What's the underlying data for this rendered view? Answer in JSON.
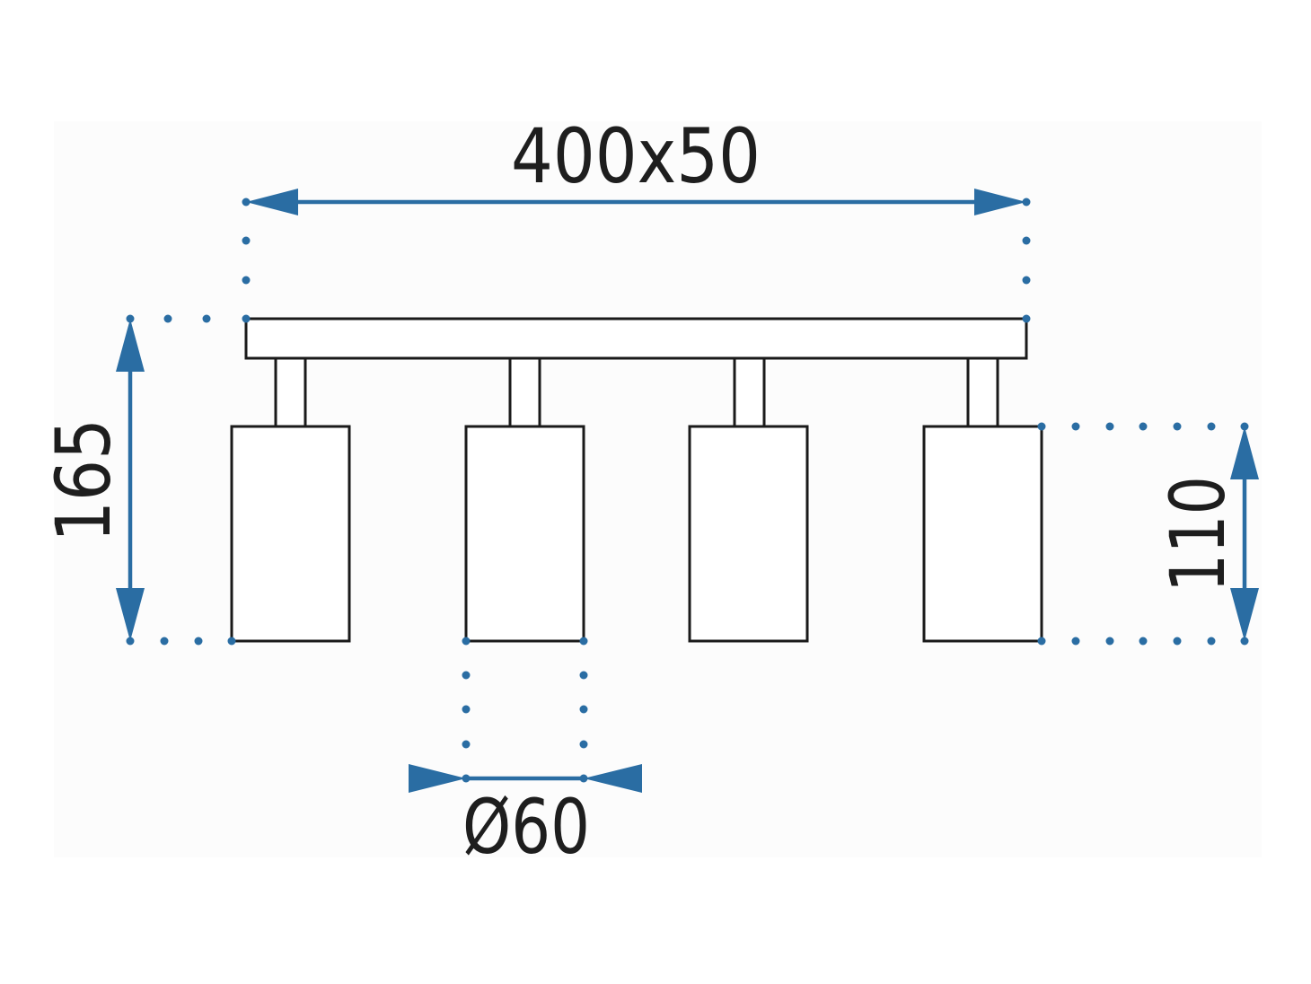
{
  "diagram": {
    "width_label": "400x50",
    "height_label": "165",
    "shade_height_label": "110",
    "diameter_label": "Ø60",
    "colors": {
      "dimension": "#2a6da3",
      "outline": "#1a1a1a",
      "background": "#ffffff"
    }
  }
}
